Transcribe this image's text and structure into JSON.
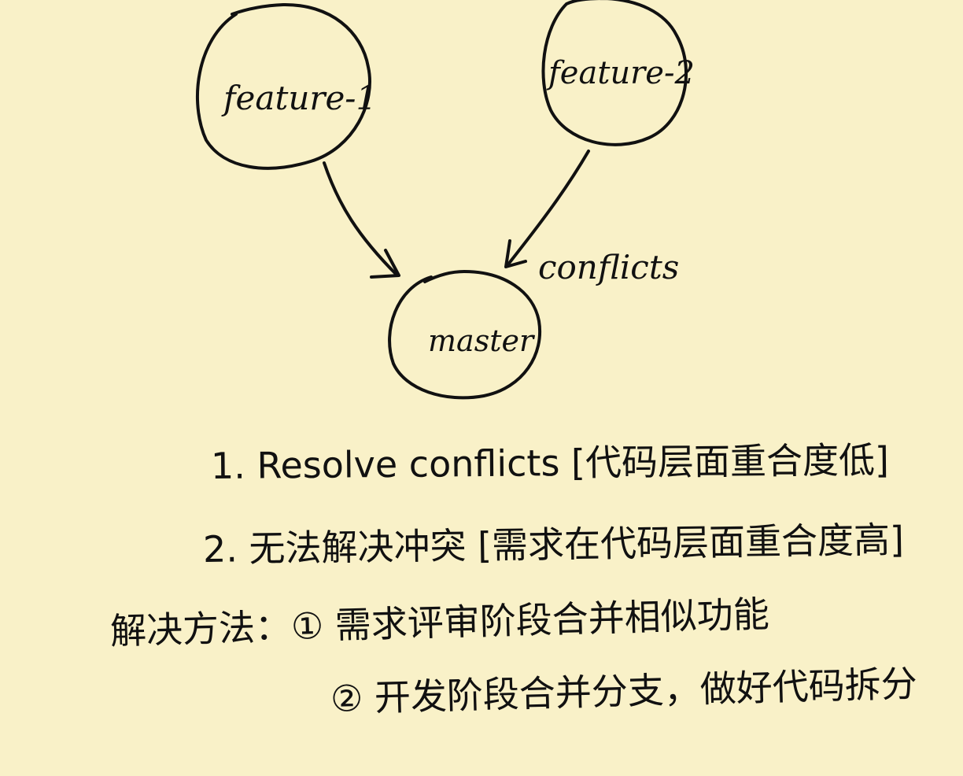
{
  "nodes": {
    "feature_1": "feature-1",
    "feature_2": "feature-2",
    "master": "master"
  },
  "edges": {
    "conflict_label": "conflicts"
  },
  "notes": [
    "1. Resolve conflicts [代码层面重合度低]",
    "2. 无法解决冲突 [需求在代码层面重合度高]",
    "解决方法：① 需求评审阶段合并相似功能",
    "② 开发阶段合并分支，做好代码拆分"
  ],
  "colors": {
    "background": "#f9f1c8",
    "ink": "#111111"
  }
}
